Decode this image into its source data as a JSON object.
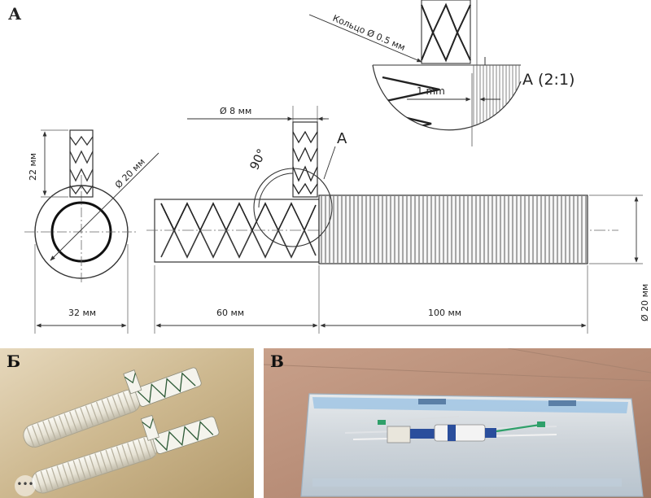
{
  "panels": {
    "a": "А",
    "b": "Б",
    "c": "В"
  },
  "dimensions": {
    "ring": "Кольцо Ø 0.5 мм",
    "detail_title": "A (2:1)",
    "one_mm": "1 mm",
    "d8": "Ø 8 мм",
    "detail_ref": "A",
    "angle": "90°",
    "h22": "22 мм",
    "d20_circle": "Ø 20 мм",
    "w32": "32 мм",
    "w60": "60 мм",
    "w100": "100 мм",
    "d20_right": "Ø 20 мм"
  },
  "ui": {
    "more": "•••"
  }
}
